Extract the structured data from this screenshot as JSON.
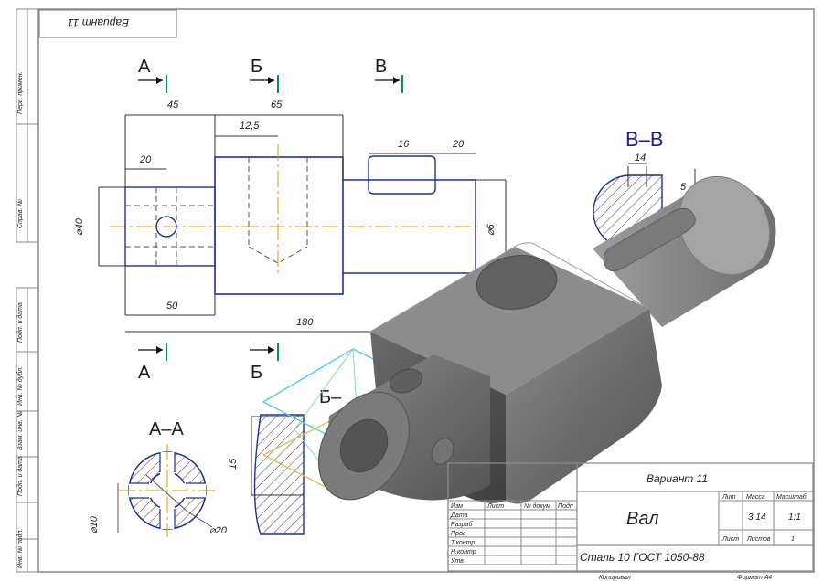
{
  "views": {
    "stamp_top_left": "Вариант 11",
    "section_marks": {
      "a_top": "А",
      "b_top": "Б",
      "v_top": "В",
      "a_bottom": "А",
      "b_bottom": "Б",
      "section_aa": "А–А",
      "section_vv": "В–В",
      "section_b_partial": "Б–"
    },
    "dimensions": {
      "d45": "45",
      "d65": "65",
      "d125": "12,5",
      "d20_left": "20",
      "d16": "16",
      "d20_right": "20",
      "d40": "⌀40",
      "d6": "⌀6",
      "d50": "50",
      "d180": "180",
      "d14": "14",
      "d15_vertical": "15",
      "d10_aa": "⌀10",
      "d20_aa": "⌀20",
      "d5": "5"
    }
  },
  "title_block": {
    "variant": "Вариант 11",
    "part_name": "Вал",
    "material": "Сталь 10  ГОСТ 1050-88",
    "labels": {
      "lit": "Лит",
      "mass": "Масса",
      "scale": "Масштаб",
      "sheet": "Лист",
      "sheets": "Листов",
      "values": {
        "mass_value": "3,14",
        "scale_value": "1:1",
        "sheets_value": "1"
      }
    },
    "row_labels": [
      "Изм",
      "Лист",
      "№ докум",
      "Подп",
      "Дата",
      "Разраб",
      "Пров",
      "Т.контр",
      "Н.контр",
      "Утв"
    ],
    "bottom_left": "Копировал",
    "bottom_right": "Формат А4"
  },
  "left_margin_labels": [
    "Перв. примен.",
    "Справ. №",
    "Подп. и дата",
    "Инв. № дубл.",
    "Взам. инв. №",
    "Подп. и дата",
    "Инв. № подл."
  ]
}
